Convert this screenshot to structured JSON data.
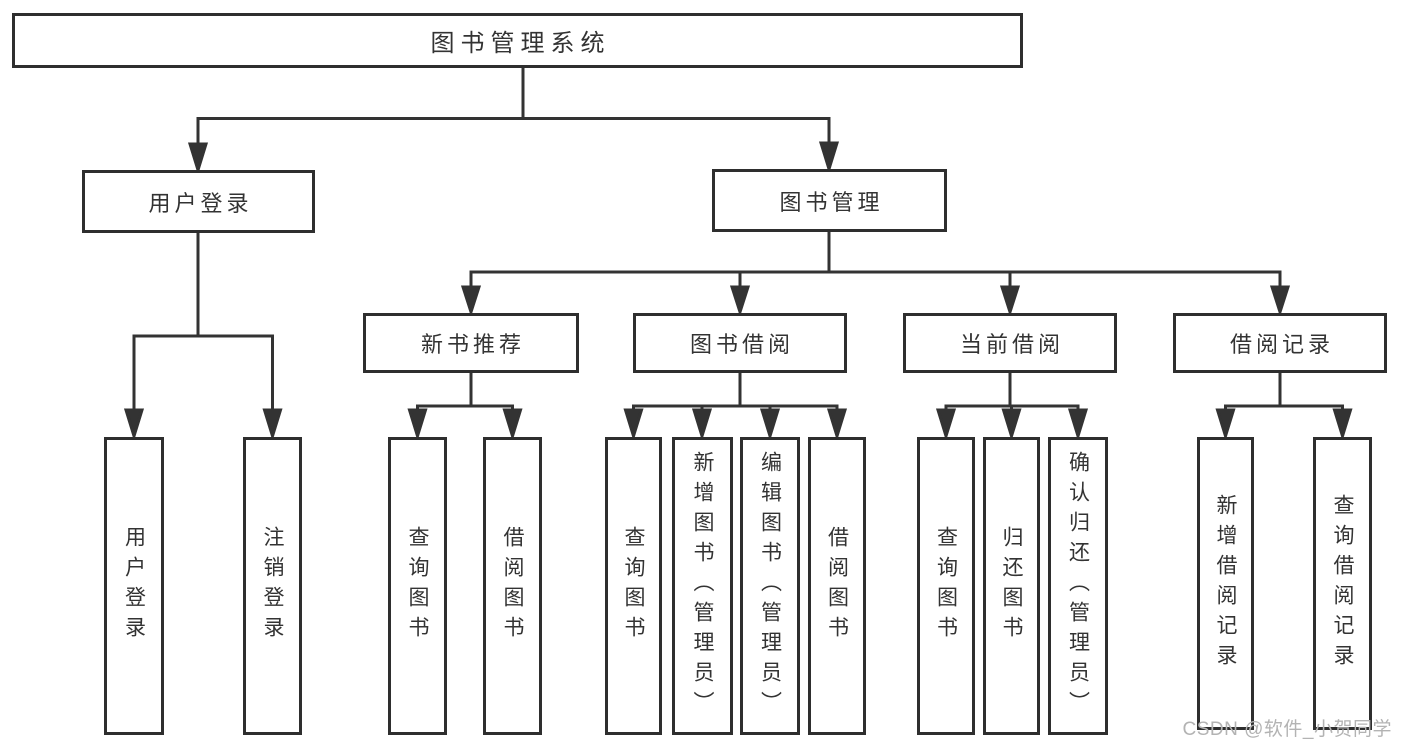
{
  "tree": {
    "label": "图书管理系统",
    "children": [
      {
        "label": "用户登录",
        "children": [
          {
            "label": "用户登录"
          },
          {
            "label": "注销登录"
          }
        ]
      },
      {
        "label": "图书管理",
        "children": [
          {
            "label": "新书推荐",
            "children": [
              {
                "label": "查询图书"
              },
              {
                "label": "借阅图书"
              }
            ]
          },
          {
            "label": "图书借阅",
            "children": [
              {
                "label": "查询图书"
              },
              {
                "label": "新增图书（管理员）"
              },
              {
                "label": "编辑图书（管理员）"
              },
              {
                "label": "借阅图书"
              }
            ]
          },
          {
            "label": "当前借阅",
            "children": [
              {
                "label": "查询图书"
              },
              {
                "label": "归还图书"
              },
              {
                "label": "确认归还（管理员）"
              }
            ]
          },
          {
            "label": "借阅记录",
            "children": [
              {
                "label": "新增借阅记录"
              },
              {
                "label": "查询借阅记录"
              }
            ]
          }
        ]
      }
    ]
  },
  "watermark": {
    "text": "CSDN @软件_小贺同学"
  },
  "colors": {
    "line": "#333333",
    "box_border": "#2e2e2e",
    "text": "#333333",
    "watermark": "#b3b3b3",
    "background": "#ffffff"
  }
}
